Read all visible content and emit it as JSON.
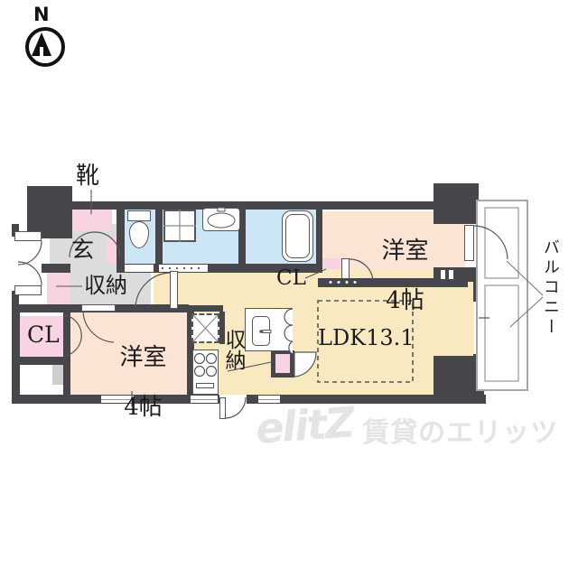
{
  "compass": {
    "label": "N"
  },
  "rooms": {
    "shoes": {
      "label": "靴"
    },
    "genkan": {
      "label": "玄"
    },
    "storage_entry": {
      "label": "収納"
    },
    "closet_west": {
      "label": "CL"
    },
    "bedroom_west": {
      "line1": "洋室",
      "line2": "4帖"
    },
    "bedroom_north": {
      "line1": "洋室",
      "line2": "4帖"
    },
    "closet_north": {
      "label": "CL"
    },
    "storage_kitchen": {
      "label": "収納"
    },
    "ldk": {
      "label": "LDK13.1"
    },
    "balcony": {
      "label": "バルコニー"
    }
  },
  "watermark": {
    "logo": "elitZ",
    "text": "賃貸のエリッツ"
  },
  "colors": {
    "wall": "#47474b",
    "wet_area_blue": "#cde6f5",
    "bedroom_peach": "#fbe4d3",
    "closet_pink": "#f8d4e2",
    "ldk_yellow": "#f9e9c0",
    "hall_gray": "#dcdcdc",
    "watermark_gray": "#e4e4e7"
  }
}
